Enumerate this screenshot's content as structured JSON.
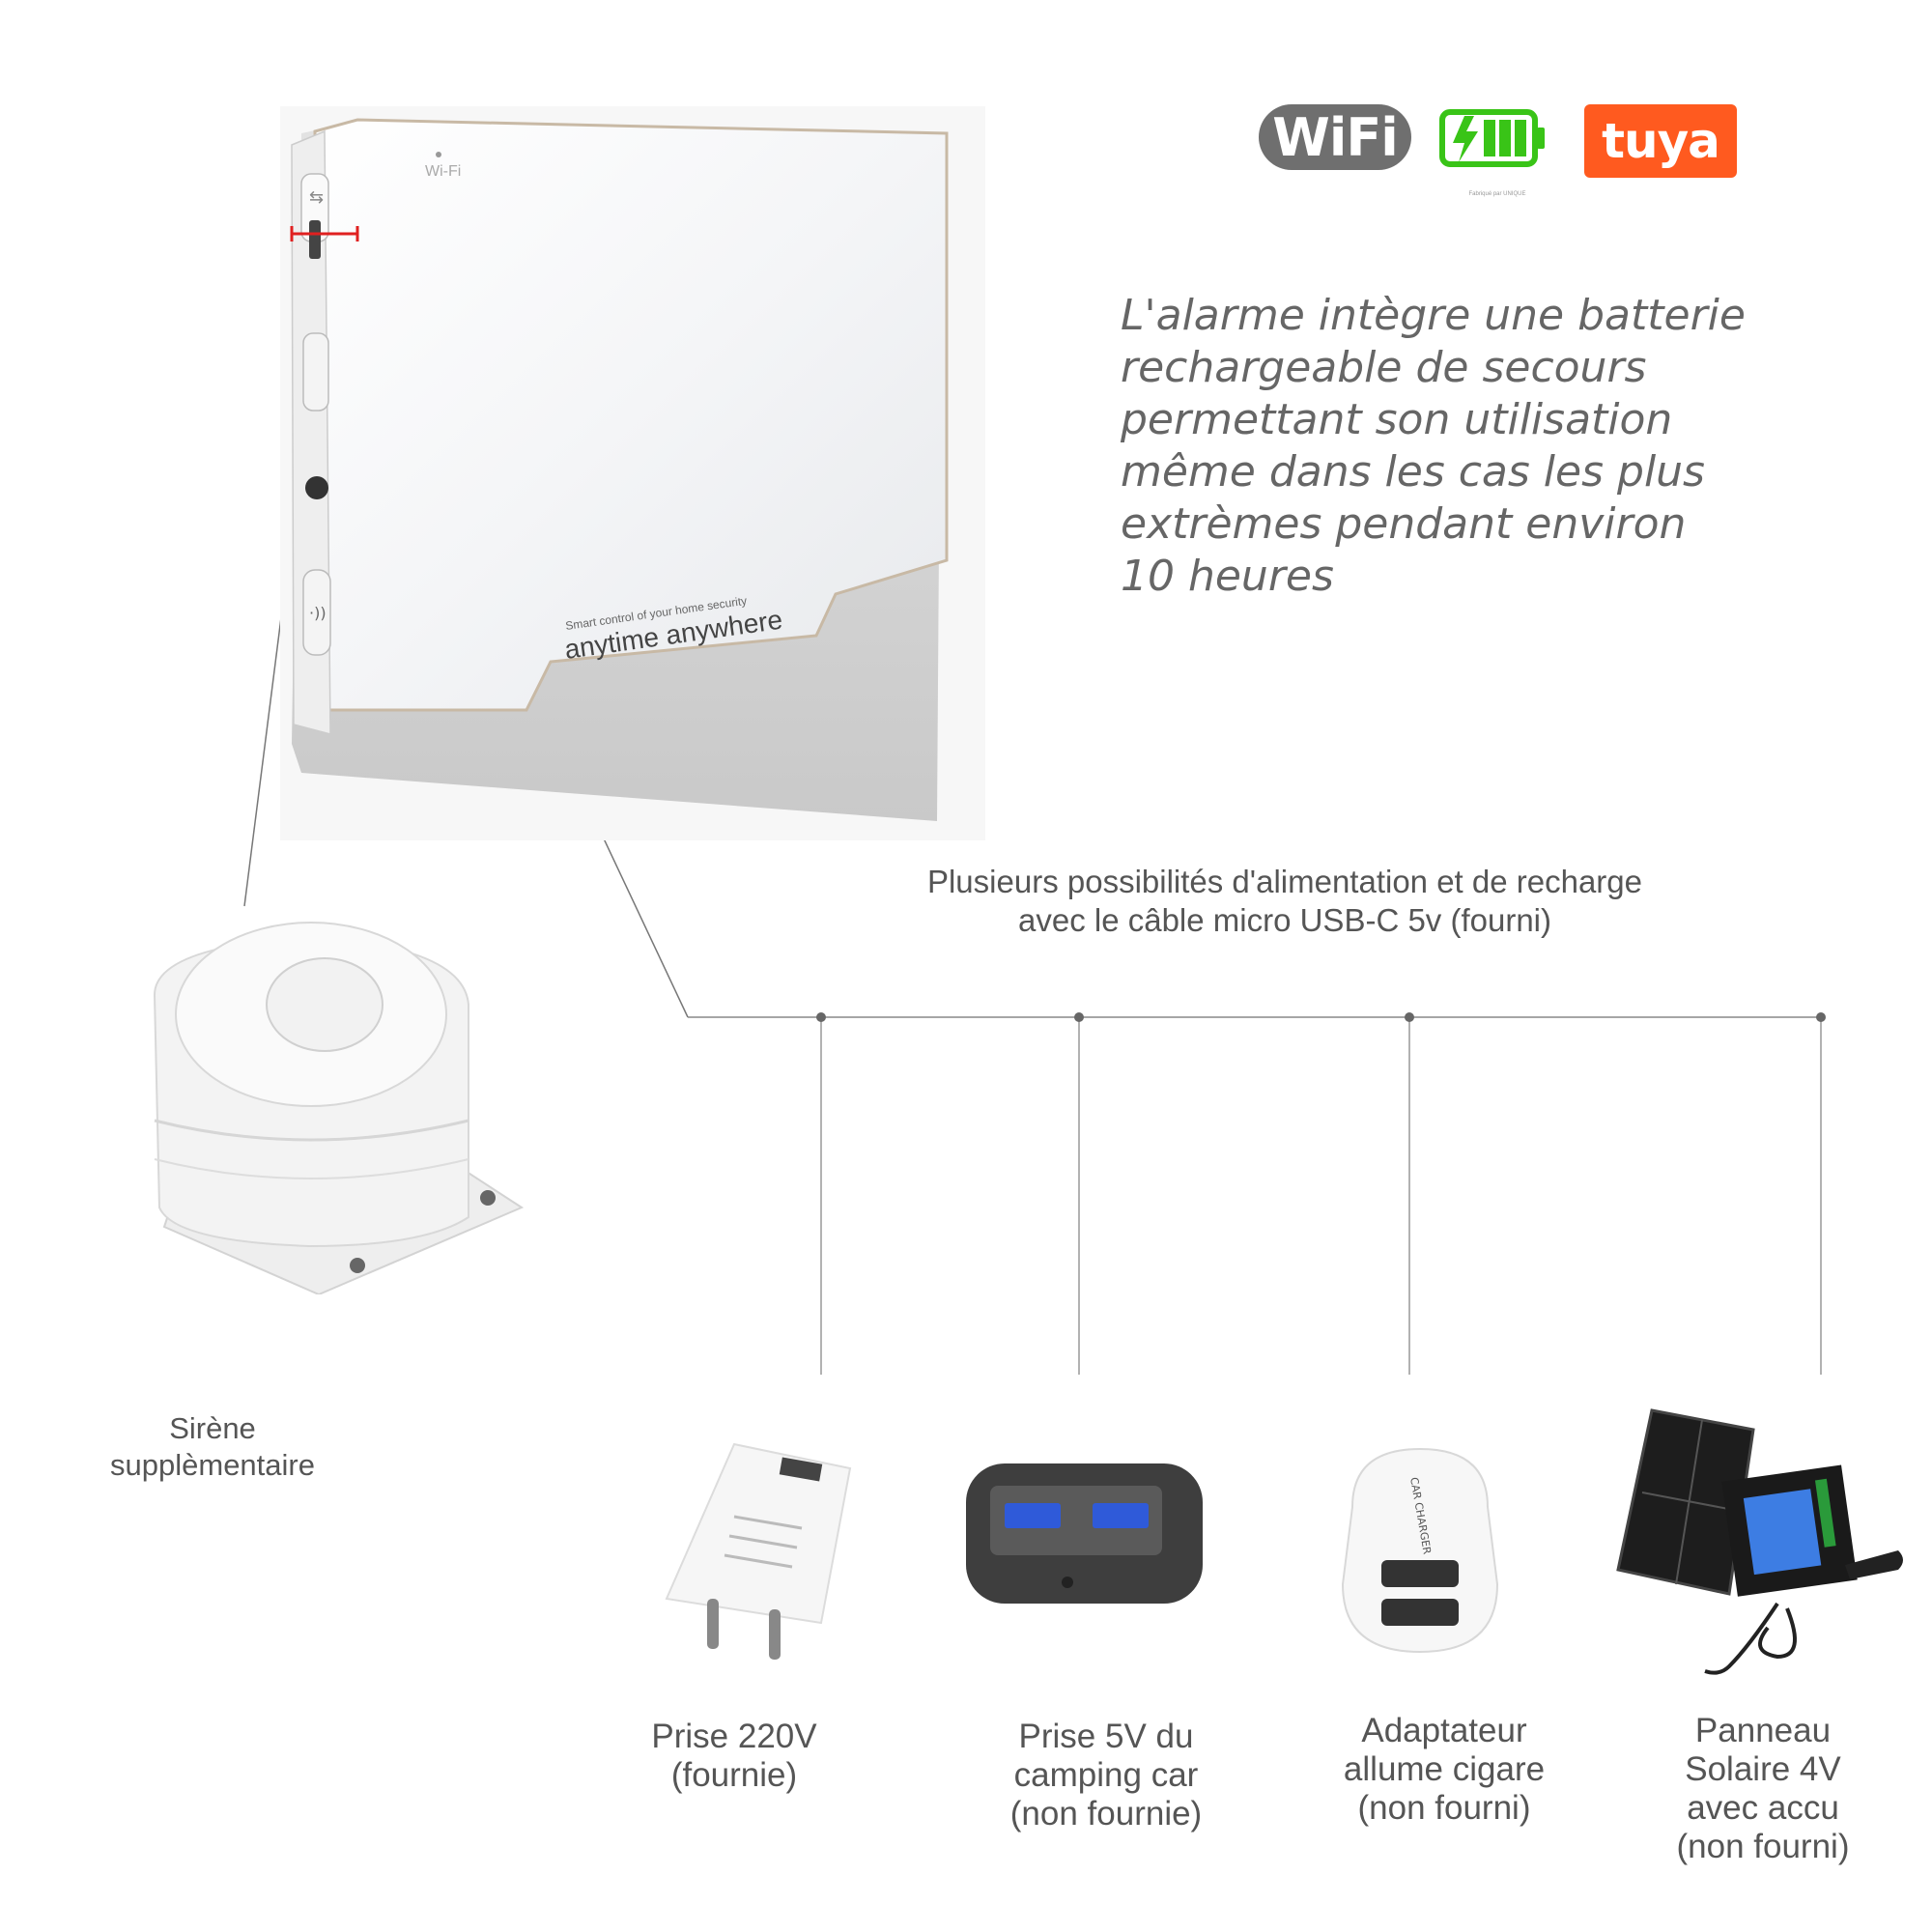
{
  "logos": {
    "wifi": "WiFi",
    "tuya": "tuya",
    "battery_note": "Fabriqué par UNIQUE",
    "wifi_color": "#6f6f6f",
    "battery_color": "#39c417",
    "tuya_color": "#ff5a1f"
  },
  "device": {
    "wifi_label": "Wi-Fi",
    "tagline_small": "Smart control of your home security",
    "tagline_large": "anytime anywhere"
  },
  "description_lines": [
    "L'alarme intègre une batterie",
    "rechargeable de secours",
    "permettant son utilisation",
    "même dans les cas les plus",
    "extrèmes pendant environ",
    "10 heures"
  ],
  "power_caption_lines": [
    "Plusieurs possibilités d'alimentation et de recharge",
    "avec le câble micro USB-C 5v (fourni)"
  ],
  "siren": {
    "label_lines": [
      "Sirène",
      "supplèmentaire"
    ]
  },
  "power_options": [
    {
      "name": "wall-charger",
      "label_lines": [
        "Prise 220V",
        "(fournie)"
      ]
    },
    {
      "name": "camping-car-socket",
      "label_lines": [
        "Prise 5V du",
        "camping car",
        "(non fournie)"
      ]
    },
    {
      "name": "cigarette-adapter",
      "label_lines": [
        "Adaptateur",
        "allume cigare",
        "(non fourni)"
      ]
    },
    {
      "name": "solar-panel",
      "label_lines": [
        "Panneau",
        "Solaire 4V",
        "avec accu",
        "(non fourni)"
      ]
    }
  ]
}
